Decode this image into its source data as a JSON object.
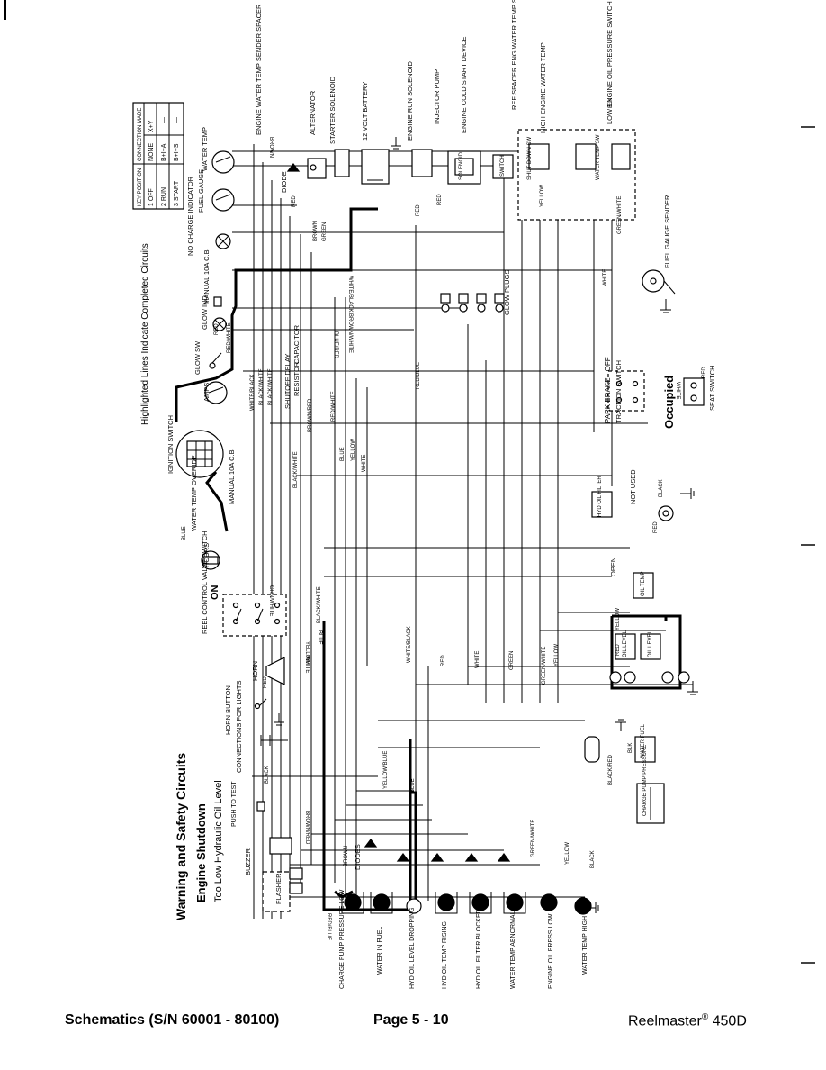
{
  "titles": {
    "section": "Warning and Safety Circuits",
    "engine_shutdown": "Engine Shutdown",
    "condition": "Too Low Hydraulic Oil Level",
    "push_to_test": "PUSH TO TEST",
    "highlighted": "Highlighted Lines Indicate Completed Circuits"
  },
  "key_table": {
    "headers": [
      "KEY POSITION",
      "CONNECTION MADE"
    ],
    "rows": [
      [
        "1  OFF",
        "NONE",
        "X+Y"
      ],
      [
        "2  RUN",
        "B+I+A",
        ""
      ],
      [
        "3  START",
        "B+I+S",
        ""
      ]
    ]
  },
  "components": {
    "ignition_switch": "IGNITION SWITCH",
    "amps": "AMPS",
    "glow_sw": "GLOW SW",
    "glow_ind": "GLOW IND",
    "manual_cb_top": "MANUAL 10A C.B.",
    "manual_cb_bottom": "MANUAL 10A C.B.",
    "shutoff_delay": "SHUTOFF DELAY",
    "resistor": "RESISTOR",
    "capacitor": "CAPACITOR",
    "no_charge": "NO CHARGE INDICATOR",
    "fuel_gauge": "FUEL GAUGE",
    "water_temp": "WATER TEMP",
    "eng_water_sender": "ENGINE WATER TEMP SENDER SPACER",
    "alternator": "ALTERNATOR",
    "diode": "DIODE",
    "starter_solenoid": "STARTER SOLENOID",
    "battery": "12 VOLT BATTERY",
    "engine_run_solenoid": "ENGINE RUN SOLENOID",
    "injector_pump": "INJECTOR PUMP",
    "cold_start": "ENGINE COLD START DEVICE",
    "ref_spacer": "REF SPACER ENG WATER TEMP SENDER",
    "high_engine_temp": "HIGH ENGINE WATER TEMP",
    "low_oil_pressure": "LOW ENGINE OIL PRESSURE SWITCH",
    "shut_down_sw": "SHUT DOWN SW",
    "water_temp_sw": "WATER TEMP SW",
    "solenoid": "SOLENOID",
    "switch": "SWITCH",
    "glow_plugs": "GLOW PLUGS",
    "fuel_gauge_sender": "FUEL GAUGE SENDER",
    "park_brake": "PARK BRAKE - OFF",
    "traction_switch": "TRACTION SWITCH",
    "occupied": "Occupied",
    "seat_switch": "SEAT SWITCH",
    "hours": "HOURS",
    "water_temp_override": "WATER TEMP OVERIDE",
    "reel_control": "REEL CONTROL VALVE SWITCH",
    "reel_on": "ON",
    "horn": "HORN",
    "horn_button": "HORN BUTTON",
    "light_connections": "CONNECTIONS FOR LIGHTS",
    "buzzer": "BUZZER",
    "flasher": "FLASHER",
    "diodes": "DIODES",
    "hyd_oil_filter": "HYD OIL FILTER",
    "not_used": "NOT USED",
    "oil_temp": "OIL TEMP",
    "open": "OPEN",
    "oil_level": "OIL LEVEL",
    "water_fuel": "WATER FUEL",
    "charge_pump_pressure": "CHARGE PUMP PRESSURE"
  },
  "indicators": [
    "CHARGE PUMP PRESSURE LOW",
    "WATER IN FUEL",
    "HYD OIL LEVEL DROPPING",
    "HYD OIL TEMP RISING",
    "HYD OIL FILTER BLOCKED",
    "WATER TEMP ABNORMAL",
    "ENGINE OIL PRESS LOW",
    "WATER TEMP HIGH"
  ],
  "wire_labels": {
    "white_black": "WHITE/BLACK",
    "brown_white": "BROWN/WHITE",
    "blue_red": "BLUE/RED",
    "red_white": "RED/WHITE",
    "black_white": "BLACK/WHITE",
    "brown_red": "BROWN/RED",
    "red_blue": "RED/BLUE",
    "red": "RED",
    "green": "GREEN",
    "brown": "BROWN",
    "blue": "BLUE",
    "yellow": "YELLOW",
    "white": "WHITE",
    "black": "BLACK",
    "yellow_blue": "YELLOW/BLUE",
    "green_white": "GREEN/WHITE",
    "black_red": "BLACK/RED",
    "grn_white": "GRN/WHITE",
    "blk": "BLK",
    "red_blue_wire": "RED/BLUE"
  },
  "footer": {
    "left": "Schematics (S/N 60001 - 80100)",
    "middle": "Page 5 - 10",
    "right_name": "Reelmaster",
    "right_mark": "®",
    "right_model": " 450D"
  }
}
